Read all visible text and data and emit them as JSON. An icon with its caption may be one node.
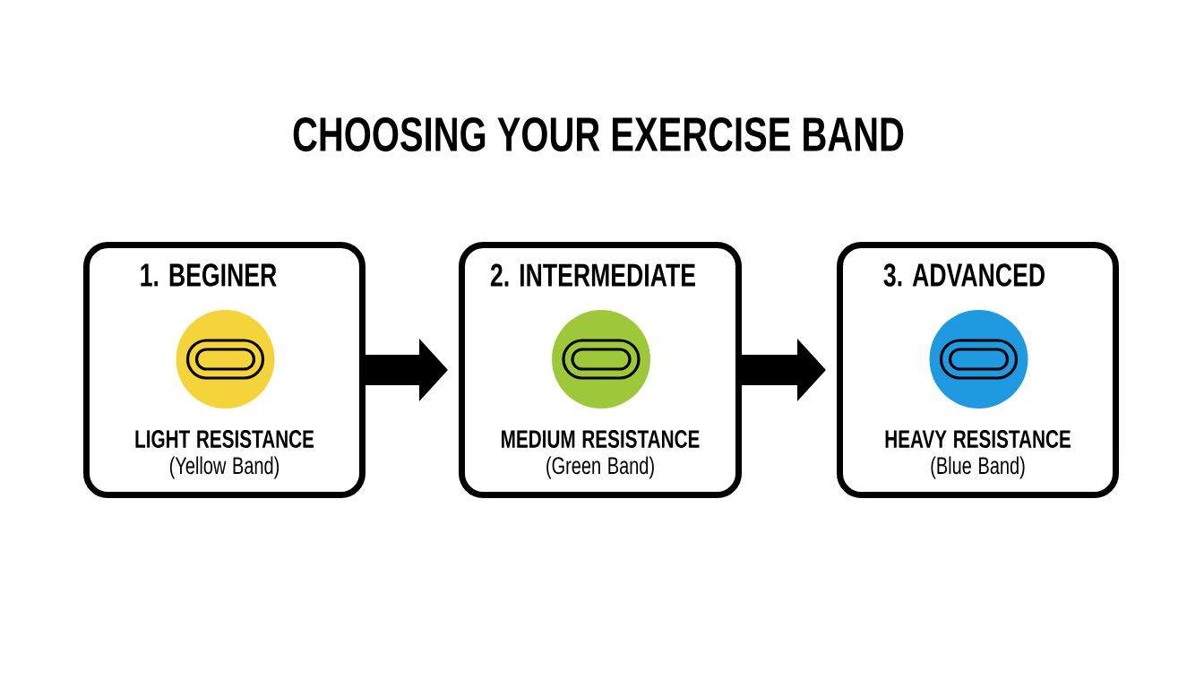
{
  "diagram": {
    "title": "CHOOSING YOUR EXERCISE BAND",
    "nodes": [
      {
        "text": [
          "1. BEGINER",
          "LIGHT RESISTANCE",
          "(Yellow Band)"
        ]
      },
      {
        "text": [
          "2. INTERMEDIATE",
          "MEDIUM RESISTANCE",
          "(Green Band)"
        ]
      },
      {
        "text": [
          "3. ADVANCED",
          "HEAVY RESISTANCE",
          "(Blue Band)"
        ]
      }
    ],
    "edges": [
      {
        "from": 0,
        "to": 1,
        "arrow": "to"
      },
      {
        "from": 1,
        "to": 2,
        "arrow": "to"
      }
    ]
  }
}
